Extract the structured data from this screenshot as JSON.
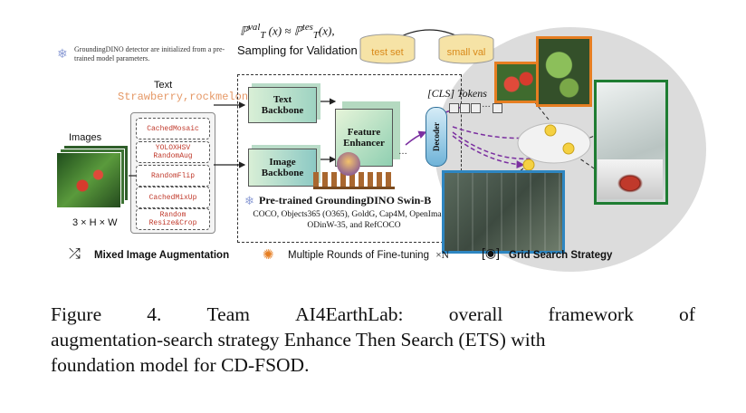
{
  "note": "GroundingDINO detector are initialized from a pre-trained model parameters.",
  "formula": "ℙ<sup>val</sup><sub>T</sub> (x) ≈ ℙ<sup>tes</sup><sub>T</sub>(x),",
  "sampling_label": "Sampling for Validation",
  "test_set": "test set",
  "small_val": "small val",
  "text_label": "Text",
  "text_prompt": "Strawberry,rockmelon",
  "images_label": "Images",
  "dims_label": "3 × H × W",
  "augmentations": [
    "CachedMosaic",
    "YOLOXHSV RandomAug",
    "RandomFlip",
    "CachedMixUp",
    "Random Resize&Crop"
  ],
  "text_backbone": "Text Backbone",
  "image_backbone": "Image Backbone",
  "feature_enhancer": "Feature Enhancer",
  "decoder": "Decoder",
  "cls_tokens": "[CLS] Tokens",
  "pretrained_title": "Pre-trained GroundingDINO Swin-B",
  "pretrained_datasets": "COCO, Objects365 (O365), GoldG, Cap4M, OpenImages, ODinW-35, and RefCOCO",
  "mixed_aug_label": "Mixed Image Augmentation",
  "finetune_label": "Multiple Rounds of Fine-tuning",
  "finetune_times": "×N",
  "grid_search_label": "Grid Search Strategy",
  "caption_l1_words": [
    "Figure",
    "4.",
    "Team",
    "AI4EarthLab:",
    "overall",
    "framework",
    "of"
  ],
  "caption_l2": "augmentation-search strategy Enhance Then Search (ETS) with",
  "caption_l3": "foundation model for CD-FSOD.",
  "colors": {
    "aug_text": "#c0392b",
    "db_fill": "#f6e3a6",
    "db_text": "#d98a1a",
    "arrow_purple": "#7b2fa0",
    "orange_border": "#e67e22",
    "blue_border": "#2e86c1",
    "green_border": "#1e7d32"
  }
}
